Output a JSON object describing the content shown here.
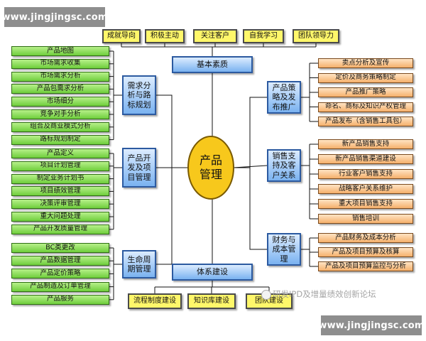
{
  "site_banner": "www.jingjingsc.com",
  "watermark": "研发IPD及增量绩效创新论坛",
  "center": "产品\n管理",
  "top_hub": "基本素质",
  "bottom_hub": "体系建设",
  "top_traits": [
    "成就导向",
    "积极主动",
    "关注客户",
    "自我学习",
    "团队领导力"
  ],
  "bottom_items": [
    "流程制度建设",
    "知识库建设",
    "团队建设"
  ],
  "left_groups": [
    {
      "label": "需求分\n析与路\n标规划",
      "items": [
        "产品地图",
        "市场需求收集",
        "市场需求分析",
        "产品包需求分析",
        "市场细分",
        "竞争对手分析",
        "组合及商业模式分析",
        "路标规划制定"
      ]
    },
    {
      "label": "产品开\n发及项\n目管理",
      "items": [
        "产品定义",
        "项目计划管理",
        "制定业务计划书",
        "项目绩效管理",
        "决策评审管理",
        "重大问题处理",
        "产品开发质量管理"
      ]
    },
    {
      "label": "生命周\n期管理",
      "items": [
        "BC类更改",
        "产品数据管理",
        "产品定价策略",
        "产品制造及订单管理",
        "产品服务"
      ]
    }
  ],
  "right_groups": [
    {
      "label": "产品策\n略及发\n布推广",
      "items": [
        "卖点分析及宣传",
        "定价及商务策略制定",
        "产品推广策略",
        "命名、商标及知识产权管理",
        "产品发布（含销售工具包）"
      ]
    },
    {
      "label": "销售支\n持及客\n户关系",
      "items": [
        "新产品销售支持",
        "新产品销售渠道建设",
        "行业客户销售支持",
        "战略客户关系维护",
        "重大项目销售支持",
        "销售培训"
      ]
    },
    {
      "label": "财务与\n成本管\n理",
      "items": [
        "产品财务及成本分析",
        "产品及项目预算及核算",
        "产品及项目预算监控与分析"
      ]
    }
  ]
}
